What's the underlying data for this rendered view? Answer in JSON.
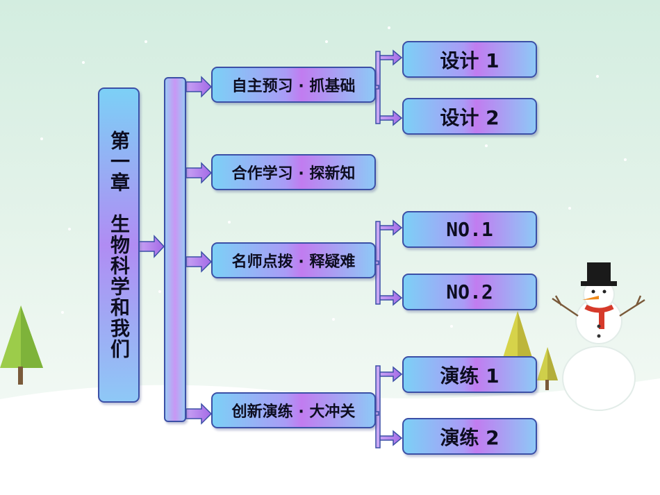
{
  "chapter": {
    "title": "第一章　生物科学和我们"
  },
  "sections": [
    {
      "label": "自主预习 · 抓基础",
      "children": [
        "设计 1",
        "设计 2"
      ]
    },
    {
      "label": "合作学习 · 探新知",
      "children": []
    },
    {
      "label": "名师点拨 · 释疑难",
      "children": [
        "NO.1",
        "NO.2"
      ]
    },
    {
      "label": "创新演练 · 大冲关",
      "children": [
        "演练 1",
        "演练 2"
      ]
    }
  ],
  "colors": {
    "border": "#3b4fa6",
    "arrow": "#b07ae8",
    "box_light": "#7cd0f6",
    "box_mid": "#c17cf0"
  }
}
